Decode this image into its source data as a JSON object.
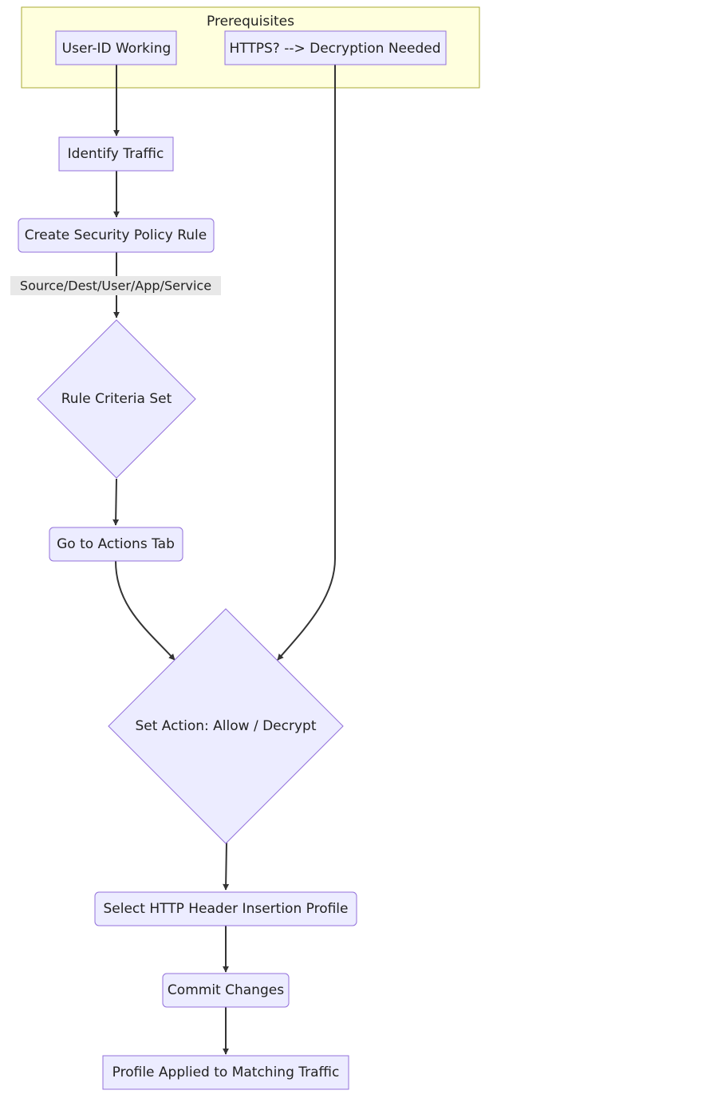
{
  "diagram": {
    "group": {
      "title": "Prerequisites"
    },
    "nodes": {
      "user_id": "User-ID Working",
      "https": "HTTPS? --> Decryption Needed",
      "identify": "Identify Traffic",
      "create_rule": "Create Security Policy Rule",
      "criteria": "Rule Criteria Set",
      "actions_tab": "Go to Actions Tab",
      "set_action": "Set Action: Allow / Decrypt",
      "select_profile": "Select HTTP Header Insertion Profile",
      "commit": "Commit Changes",
      "applied": "Profile Applied to Matching Traffic"
    },
    "edge_labels": {
      "rule_to_criteria": "Source/Dest/User/App/Service"
    },
    "colors": {
      "node_fill": "#ececff",
      "node_stroke": "#9370db",
      "group_fill": "#ffffde",
      "group_stroke": "#aaaa33",
      "edge": "#333333",
      "edge_label_bg": "#e8e8e8"
    }
  }
}
